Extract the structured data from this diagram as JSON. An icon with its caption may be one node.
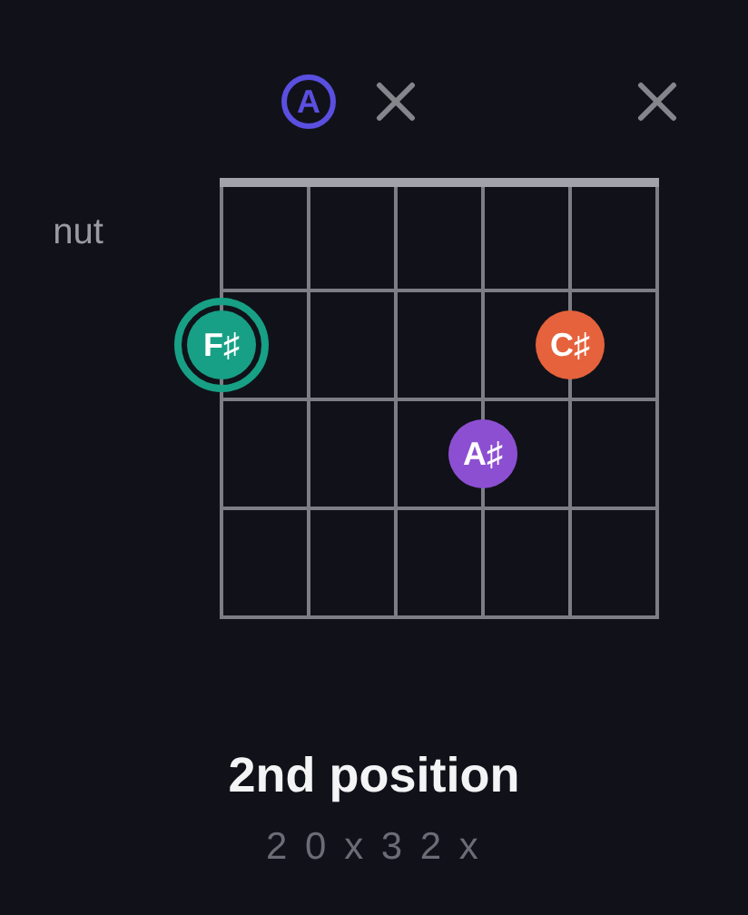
{
  "diagram": {
    "title": "2nd position",
    "nodes": [
      {
        "text": [
          "A"
        ]
      },
      {
        "text": [
          "F♯"
        ]
      },
      {
        "text": [
          "C♯"
        ]
      },
      {
        "text": [
          "A♯"
        ]
      }
    ],
    "labels": [
      "nut",
      "2 0 x 3 2 x"
    ]
  }
}
